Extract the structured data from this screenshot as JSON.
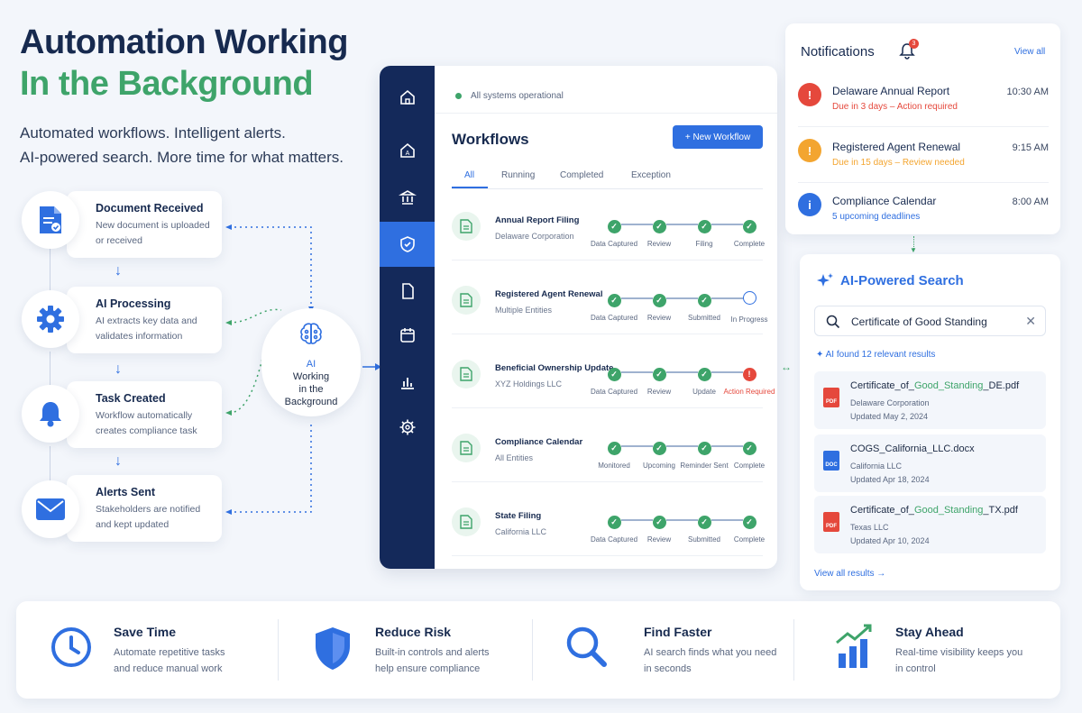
{
  "hero": {
    "line1": "Automation Working",
    "line2": "In the Background",
    "sub1": "Automated workflows. Intelligent alerts.",
    "sub2": "AI-powered search. More time for what matters."
  },
  "steps": [
    {
      "title": "Document Received",
      "desc1": "New document is uploaded",
      "desc2": "or received",
      "icon": "document-icon"
    },
    {
      "title": "AI Processing",
      "desc1": "AI extracts key data and",
      "desc2": "validates information",
      "icon": "gear-icon"
    },
    {
      "title": "Task Created",
      "desc1": "Workflow automatically",
      "desc2": "creates compliance task",
      "icon": "bell-icon"
    },
    {
      "title": "Alerts Sent",
      "desc1": "Stakeholders are notified",
      "desc2": "and kept updated",
      "icon": "envelope-icon"
    }
  ],
  "ai_bubble": {
    "l1": "AI",
    "l2": "Working",
    "l3": "in the",
    "l4": "Background"
  },
  "dashboard": {
    "status": "All systems operational",
    "title": "Workflows",
    "new_button": "+ New Workflow",
    "tabs": [
      "All",
      "Running",
      "Completed",
      "Exception"
    ],
    "workflows": [
      {
        "name": "Annual Report Filing",
        "entity": "Delaware Corporation",
        "stages": [
          "Data Captured",
          "Review",
          "Filing",
          "Complete"
        ],
        "states": [
          "done",
          "done",
          "done",
          "done"
        ]
      },
      {
        "name": "Registered Agent Renewal",
        "entity": "Multiple Entities",
        "stages": [
          "Data Captured",
          "Review",
          "Submitted",
          "In Progress"
        ],
        "states": [
          "done",
          "done",
          "done",
          "progress"
        ]
      },
      {
        "name": "Beneficial Ownership Update",
        "entity": "XYZ Holdings LLC",
        "stages": [
          "Data Captured",
          "Review",
          "Update",
          "Action Required"
        ],
        "states": [
          "done",
          "done",
          "done",
          "alert"
        ]
      },
      {
        "name": "Compliance Calendar",
        "entity": "All Entities",
        "stages": [
          "Monitored",
          "Upcoming",
          "Reminder Sent",
          "Complete"
        ],
        "states": [
          "done",
          "done",
          "done",
          "done"
        ]
      },
      {
        "name": "State Filing",
        "entity": "California LLC",
        "stages": [
          "Data Captured",
          "Review",
          "Submitted",
          "Complete"
        ],
        "states": [
          "done",
          "done",
          "done",
          "done"
        ]
      }
    ]
  },
  "notifications": {
    "title": "Notifications",
    "badge": "3",
    "view_all": "View all",
    "items": [
      {
        "title": "Delaware Annual Report",
        "sub": "Due in 3 days – Action required",
        "time": "10:30 AM",
        "color": "#e5483c"
      },
      {
        "title": "Registered Agent Renewal",
        "sub": "Due in 15 days – Review needed",
        "time": "9:15 AM",
        "color": "#f3a530"
      },
      {
        "title": "Compliance Calendar",
        "sub": "5 upcoming deadlines",
        "time": "8:00 AM",
        "color": "#2f6fe0"
      }
    ]
  },
  "search": {
    "title": "AI-Powered Search",
    "query": "Certificate of Good Standing",
    "found": "AI found 12 relevant results",
    "results": [
      {
        "pre": "Certificate_of_",
        "hl": "Good_Standing",
        "post": "_DE.pdf",
        "entity": "Delaware Corporation",
        "date": "Updated May 2, 2024",
        "type": "PDF",
        "color": "#e5483c"
      },
      {
        "pre": "COGS_California_LLC.docx",
        "hl": "",
        "post": "",
        "entity": "California LLC",
        "date": "Updated Apr 18, 2024",
        "type": "DOC",
        "color": "#2f6fe0"
      },
      {
        "pre": "Certificate_of_",
        "hl": "Good_Standing",
        "post": "_TX.pdf",
        "entity": "Texas LLC",
        "date": "Updated Apr 10, 2024",
        "type": "PDF",
        "color": "#e5483c"
      }
    ],
    "view_results": "View all results →"
  },
  "benefits": [
    {
      "title": "Save Time",
      "desc1": "Automate repetitive tasks",
      "desc2": "and reduce manual work",
      "icon": "clock-icon"
    },
    {
      "title": "Reduce Risk",
      "desc1": "Built-in controls and alerts",
      "desc2": "help ensure compliance",
      "icon": "shield-icon"
    },
    {
      "title": "Find Faster",
      "desc1": "AI search finds what you need",
      "desc2": "in seconds",
      "icon": "magnifier-icon"
    },
    {
      "title": "Stay Ahead",
      "desc1": "Real-time visibility keeps you",
      "desc2": "in control",
      "icon": "growth-chart-icon"
    }
  ],
  "colors": {
    "primary": "#2f6fe0",
    "navy": "#14295a",
    "green": "#3ea46a",
    "red": "#e5483c",
    "orange": "#f3a530"
  }
}
